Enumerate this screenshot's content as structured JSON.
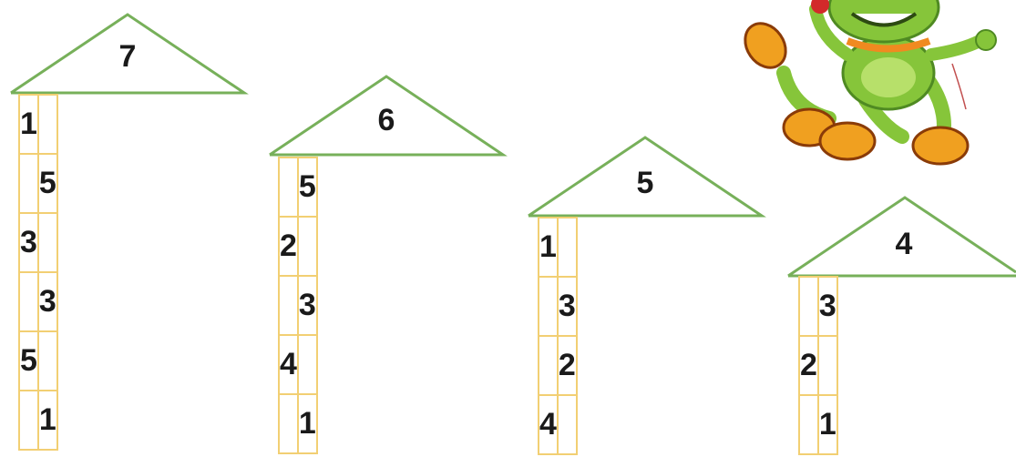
{
  "houses": [
    {
      "roof": "7",
      "rows": [
        [
          "1",
          ""
        ],
        [
          "",
          "5"
        ],
        [
          "3",
          ""
        ],
        [
          "",
          "3"
        ],
        [
          "5",
          ""
        ],
        [
          "",
          "1"
        ]
      ]
    },
    {
      "roof": "6",
      "rows": [
        [
          "",
          "5"
        ],
        [
          "2",
          ""
        ],
        [
          "",
          "3"
        ],
        [
          "4",
          ""
        ],
        [
          "",
          "1"
        ]
      ]
    },
    {
      "roof": "5",
      "rows": [
        [
          "1",
          ""
        ],
        [
          "",
          "3"
        ],
        [
          "",
          "2"
        ],
        [
          "4",
          ""
        ]
      ]
    },
    {
      "roof": "4",
      "rows": [
        [
          "",
          "3"
        ],
        [
          "2",
          ""
        ],
        [
          "",
          "1"
        ]
      ]
    }
  ],
  "colors": {
    "roof_line": "#77b05a",
    "cell_border": "#f2cf73",
    "number": "#1a1a1a",
    "frog_body": "#86c53a",
    "shoe": "#f0a020"
  },
  "decoration": {
    "character": "cartoon-frog"
  }
}
